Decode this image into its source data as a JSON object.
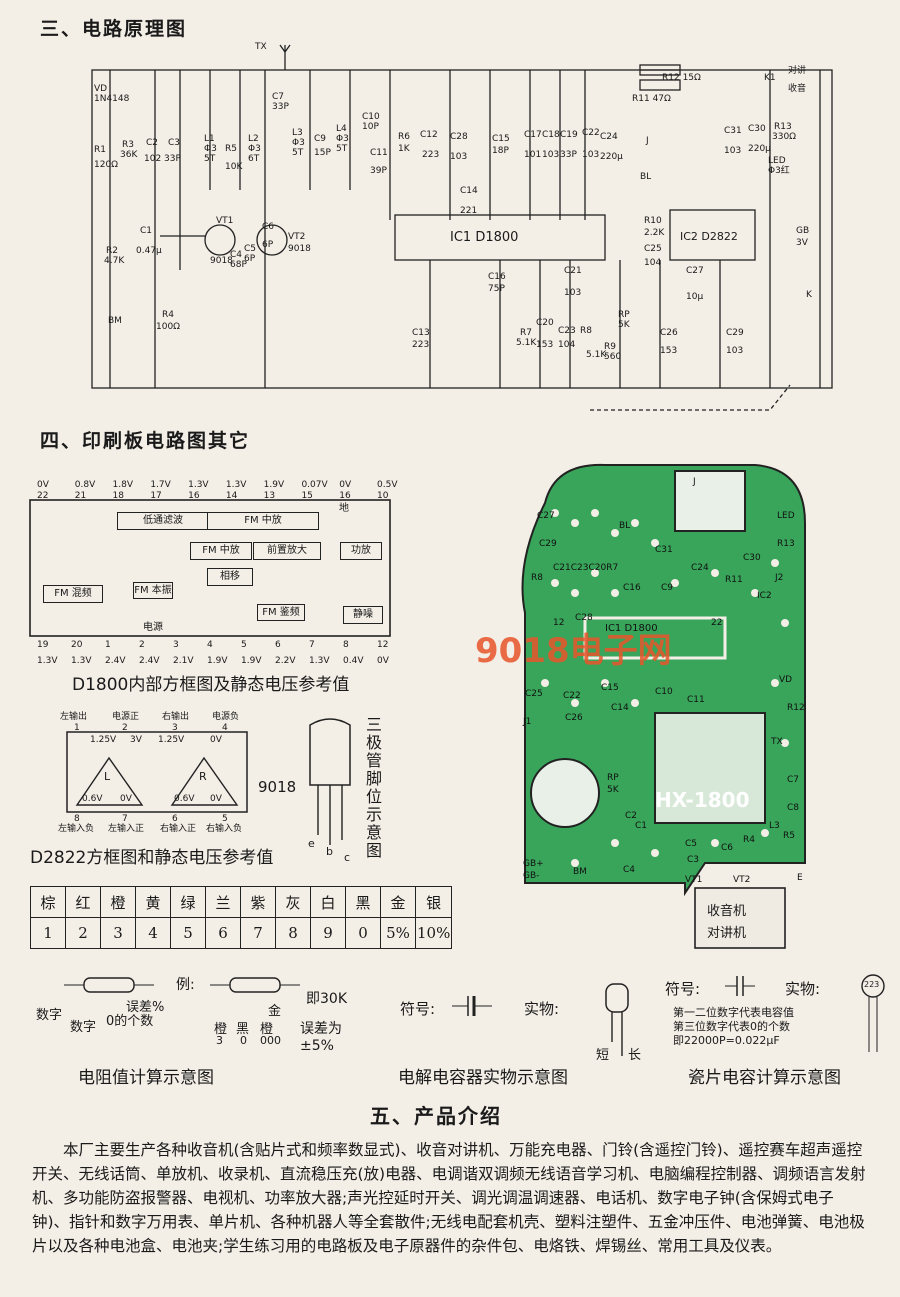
{
  "sections": {
    "schematic_title": "三、电路原理图",
    "pcb_title": "四、印刷板电路图其它",
    "product_title": "五、产品介绍"
  },
  "schematic": {
    "labels": [
      "TX",
      "VD",
      "1N4148",
      "R1",
      "120Ω",
      "R3",
      "36K",
      "C2",
      "102",
      "C3",
      "33P",
      "L1",
      "Φ3",
      "5T",
      "R5",
      "10K",
      "L2",
      "Φ3",
      "6T",
      "C7",
      "33P",
      "L3",
      "Φ3",
      "5T",
      "C9",
      "15P",
      "L4",
      "Φ3",
      "5T",
      "C10",
      "10P",
      "C11",
      "39P",
      "R6",
      "1K",
      "C12",
      "223",
      "C28",
      "103",
      "C15",
      "18P",
      "C17",
      "101",
      "C18",
      "103",
      "C19",
      "33P",
      "C22",
      "103",
      "C24",
      "220μ",
      "R12 15Ω",
      "R11 47Ω",
      "K1",
      "对讲",
      "收音",
      "C31",
      "103",
      "C30",
      "220μ",
      "R13",
      "330Ω",
      "LED",
      "Φ3红",
      "R2",
      "4.7K",
      "C1",
      "0.47μ",
      "VT1",
      "9018",
      "C4",
      "68P",
      "C5",
      "6P",
      "C6",
      "6P",
      "VT2",
      "9018",
      "C14",
      "221",
      "IC1 D1800",
      "C16",
      "75P",
      "C21",
      "103",
      "C25",
      "104",
      "R10",
      "2.2K",
      "IC2 D2822",
      "C27",
      "10μ",
      "GB",
      "3V",
      "K",
      "BM",
      "R4",
      "100Ω",
      "C13",
      "223",
      "R7",
      "5.1K",
      "C20",
      "153",
      "C23",
      "104",
      "R8",
      "5.1K",
      "R9",
      "560",
      "RP",
      "5K",
      "C26",
      "153",
      "C29",
      "103",
      "J",
      "BL"
    ]
  },
  "block_diagram": {
    "top_volts": [
      "0V",
      "0.8V",
      "1.8V",
      "1.7V",
      "1.3V",
      "1.3V",
      "1.9V",
      "0.07V",
      "0V",
      "0.5V"
    ],
    "top_pins": [
      "22",
      "21",
      "18",
      "17",
      "16",
      "14",
      "13",
      "15",
      "16",
      "10"
    ],
    "bottom_pins": [
      "19",
      "20",
      "1",
      "2",
      "3",
      "4",
      "5",
      "6",
      "7",
      "8",
      "12"
    ],
    "bottom_volts": [
      "1.3V",
      "1.3V",
      "2.4V",
      "2.4V",
      "2.1V",
      "1.9V",
      "1.9V",
      "2.2V",
      "1.3V",
      "0.4V",
      "0V"
    ],
    "blocks": [
      "低通滤波",
      "FM 中放",
      "FM 中放",
      "前置放大",
      "功放",
      "FM 混频",
      "FM 本振",
      "相移",
      "FM 鉴频",
      "静噪",
      "电源",
      "地"
    ],
    "caption": "D1800内部方框图及静态电压参考值"
  },
  "d2822": {
    "top_labels": [
      "左输出",
      "电源正",
      "右输出",
      "电源负"
    ],
    "top_pins": [
      "1",
      "2",
      "3",
      "4"
    ],
    "volts_top": [
      "1.25V",
      "3V",
      "1.25V",
      "0V"
    ],
    "volts_bottom": [
      "0.6V",
      "0V",
      "0.6V",
      "0V"
    ],
    "bottom_pins": [
      "8",
      "7",
      "6",
      "5"
    ],
    "bottom_labels": [
      "左输入负",
      "左输入正",
      "右输入正",
      "右输入负"
    ],
    "amp_l": "L",
    "amp_r": "R",
    "caption": "D2822方框图和静态电压参考值"
  },
  "transistor": {
    "name": "9018",
    "pins": [
      "e",
      "b",
      "c"
    ],
    "caption": "三极管脚位示意图"
  },
  "pcb": {
    "model": "HX-1800",
    "ic": "IC1 D1800",
    "watermark": "9018电子网",
    "box_text": [
      "收音机",
      "对讲机"
    ],
    "labels": [
      "J",
      "LED",
      "C27",
      "C29",
      "BL",
      "C31",
      "C30",
      "R13",
      "C21C23C20R7",
      "R8",
      "C16",
      "C9",
      "C28",
      "C24",
      "R11",
      "J2",
      "IC2",
      "12",
      "22",
      "VD",
      "R12",
      "C25",
      "C22",
      "C15",
      "C14",
      "C10",
      "C11",
      "J1",
      "C26",
      "TX",
      "C7",
      "C8",
      "RP",
      "5K",
      "C2",
      "C1",
      "GB+",
      "GB-",
      "BM",
      "C4",
      "C3",
      "C5",
      "C6",
      "VT1",
      "VT2",
      "L3",
      "R5",
      "R4",
      "E"
    ]
  },
  "color_code": {
    "colors": [
      "棕",
      "红",
      "橙",
      "黄",
      "绿",
      "兰",
      "紫",
      "灰",
      "白",
      "黑",
      "金",
      "银"
    ],
    "values": [
      "1",
      "2",
      "3",
      "4",
      "5",
      "6",
      "7",
      "8",
      "9",
      "0",
      "5%",
      "10%"
    ]
  },
  "resistor_calc": {
    "left_labels": [
      "数字",
      "数字",
      "0的个数",
      "误差%"
    ],
    "example_word": "例:",
    "example_bands": [
      "橙",
      "黑",
      "橙",
      "金"
    ],
    "example_digits": [
      "3",
      "0",
      "000"
    ],
    "example_value": "即30K",
    "example_tolerance": "误差为±5%",
    "caption": "电阻值计算示意图"
  },
  "electrolytic": {
    "symbol_label": "符号:",
    "real_label": "实物:",
    "short": "短",
    "long": "长",
    "caption": "电解电容器实物示意图"
  },
  "ceramic": {
    "symbol_label": "符号:",
    "real_label": "实物:",
    "code": "223",
    "notes": [
      "第一二位数字代表电容值",
      "第三位数字代表0的个数",
      "即22000P=0.022μF"
    ],
    "caption": "瓷片电容计算示意图"
  },
  "product_intro": "本厂主要生产各种收音机(含贴片式和频率数显式)、收音对讲机、万能充电器、门铃(含遥控门铃)、遥控赛车超声遥控开关、无线话筒、单放机、收录机、直流稳压充(放)电器、电调谐双调频无线语音学习机、电脑编程控制器、调频语言发射机、多功能防盗报警器、电视机、功率放大器;声光控延时开关、调光调温调速器、电话机、数字电子钟(含保姆式电子钟)、指针和数字万用表、单片机、各种机器人等全套散件;无线电配套机壳、塑料注塑件、五金冲压件、电池弹簧、电池极片以及各种电池盒、电池夹;学生练习用的电路板及电子原器件的杂件包、电烙铁、焊锡丝、常用工具及仪表。"
}
